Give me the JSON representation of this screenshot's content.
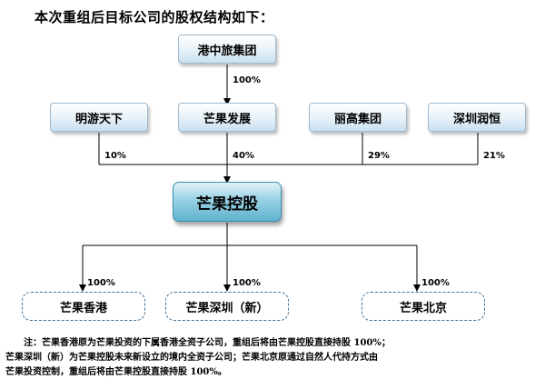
{
  "title": "本次重组后目标公司的股权结构如下：",
  "nodes": {
    "top": "港中旅集团",
    "shareholders": [
      "明游天下",
      "芒果发展",
      "丽高集团",
      "深圳润恒"
    ],
    "main": "芒果控股",
    "subsidiaries": [
      "芒果香港",
      "芒果深圳（新）",
      "芒果北京"
    ]
  },
  "edges": {
    "top_to_fazhan": "100%",
    "shareholder_pcts": [
      "10%",
      "40%",
      "29%",
      "21%"
    ],
    "subsidiary_pcts": [
      "100%",
      "100%",
      "100%"
    ]
  },
  "note": [
    "注：芒果香港原为芒果投资的下属香港全资子公司，重组后将由芒果控股直接持股 100%；",
    "芒果深圳（新）为芒果控股未来新设立的境内全资子公司；芒果北京原通过自然人代持方式由",
    "芒果投资控制，重组后将由芒果控股直接持股 100%。"
  ]
}
